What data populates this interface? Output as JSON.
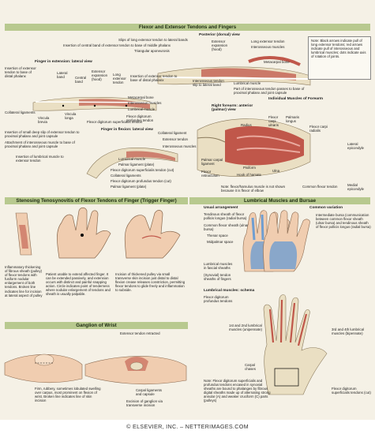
{
  "plate": {
    "title": "Flexor and Extensor Tendons and Fingers",
    "sections": {
      "trigger": "Stenosing Tenosynovitis of Flexor Tendons of Finger (Trigger Finger)",
      "lumbrical": "Lumbrical Muscles and Bursae",
      "ganglion": "Ganglion of Wrist"
    }
  },
  "top": {
    "extension_view": "Finger in extension: lateral view",
    "flexion_view": "Finger in flexion: lateral view",
    "dorsal_view": "Posterior (dorsal) view",
    "forearm_view": "Right forearm: anterior (palmar) view",
    "individual_muscles": "Individual Muscles of Forearm",
    "note": "Note: Black arrows indicate pull of long extensor tendons; red arrows indicate pull of interosseous and lumbrical muscles; dots indicate axis of rotation of joints.",
    "labels": {
      "slips": "Slips of long extensor tendon to lateral bands",
      "insertion_central": "Insertion of central band of extensor tendon to base of middle phalanx",
      "triangular": "Triangular aponeurosis",
      "long_ext_tendon": "Long extensor tendon",
      "ext_expansion_hood": "Extensor expansion (hood)",
      "interosseous_muscles": "Interosseous muscles",
      "metacarpal_bone": "Metacarpal bone",
      "lumbrical_muscle": "Lumbrical muscle",
      "insertion_ext_distal": "Insertion of extensor tendon to base of distal phalanx",
      "interosseous_tendon_slip": "Interosseous tendon slip to lateral band",
      "part_interosseous": "Part of interosseous tendon passes to base of proximal phalanx and joint capsule",
      "insertion_ext_distal_2": "Insertion of extensor tendon to base of distal phalanx",
      "lateral_band": "Lateral band",
      "central_band": "Central band",
      "ext_expansion": "Extensor expansion (hood)",
      "long_extensor": "Long extensor tendon",
      "collateral_ligaments": "Collateral ligaments",
      "vincula_brevia": "Vincula brevia",
      "vincula_longa": "Vincula longa",
      "metacarpal_bone_2": "Metacarpal bone",
      "interosseous_muscles_2": "Interosseous muscles",
      "lumbrical_muscle_2": "Lumbrical muscle",
      "fds": "Flexor digitorum superficialis tendon",
      "fdp": "Flexor digitorum profundus tendon",
      "small_deep_slip": "Insertion of small deep slip of extensor tendon to proximal phalanx and joint capsule",
      "attachment_interosseous": "Attachment of interosseous muscle to base of proximal phalanx and joint capsule",
      "insertion_lumbrical": "Insertion of lumbrical muscle to extensor tendon",
      "collateral_ligament": "Collateral ligament",
      "extensor_tendon": "Extensor tendon",
      "interosseous_muscles_3": "Interosseous muscles",
      "lumbrical_muscle_3": "Lumbrical muscle",
      "palmar_ligament": "Palmar ligament (plate)",
      "fds_cut": "Flexor digitorum superficialis tendon (cut)",
      "collateral_ligaments_2": "Collateral ligaments",
      "fdp_cut": "Flexor digitorum profundus tendon (cut)",
      "palmar_ligament_plate": "Palmar ligament (plate)",
      "radius": "Radius",
      "fcu": "Flexor carpi ulnaris",
      "palmaris_longus": "Palmaris longus",
      "fcr": "Flexor carpi radialis",
      "lateral_epicondyle": "Lateral epicondyle",
      "palmar_carpal": "Palmar carpal ligament",
      "flexor_retinaculum": "Flexor retinaculum",
      "pisiform": "Pisiform",
      "hook_hamate": "Hook of hamate",
      "ulna": "Ulna",
      "common_flexor": "Common flexor tendon",
      "medial_epicondyle": "Medial epicondyle",
      "note_fcr": "Note: flexor/hamulus muscle is not shown because it is flexor of elbow"
    }
  },
  "trigger": {
    "inflammatory": "Inflammatory thickening of fibrous sheath (pulley) of flexor tendons with fusiform nodular enlargement of both tendons. Broken line indicates line for incision at lateral aspect of pulley",
    "patient": "Patient unable to extend affected finger. It can be extended passively, and extension occurs with distinct and painful snapping action. Circle indicates point of tenderness where nodular enlargement of tendons and sheath is usually palpable.",
    "incision": "Incision of thickened pulley via small transverse skin incision just distal to distal flexion crease releases constriction, permitting flexor tendons to glide freely and inflammation to subside."
  },
  "lumbrical": {
    "usual": "Usual arrangement",
    "common_variation": "Common variation",
    "schema": "Lumbrical muscles: schema",
    "labels": {
      "tendinous_sheath": "Tendinous sheath of flexor pollicis longus (radial bursa)",
      "common_flexor_sheath": "Common flexor sheath (ulnar bursa)",
      "thenar_space": "Thenar space",
      "midpalmar_space": "Midpalmar space",
      "lumbrical_in_fascial": "Lumbrical muscles in fascial sheaths",
      "synovial_tendon": "(Synovial) tendon sheaths of fingers",
      "intermediate_bursa": "Intermediate bursa (communication between common flexor sheath (ulnar bursa) and tendinous sheath of flexor pollicis longus (radial bursa)",
      "fdp_tendons": "Flexor digitorum profundus tendons",
      "first_second": "1st and 2nd lumbrical muscles (unipennate)",
      "third_fourth": "3rd and 4th lumbrical muscles (bipennate)",
      "carpal_chases": "Carpal chases",
      "fds_cut": "Flexor digitorum superficialis tendons (cut)",
      "note": "Note: Flexor digitorum superficialis and profundus tendons encased in synovial sheaths are bound to phalanges by fibrous digital sheaths made up of alternating strong annular (A) and weaker cruciform (C) parts (pulleys)"
    }
  },
  "ganglion": {
    "ext_tendon_retracted": "Extensor tendon retracted",
    "firm": "Firm, rubbery, sometimes lobulated swelling over carpus, most prominent on flexion of wrist. Broken line indicates line of skin incision",
    "carpal_ligaments": "Carpal ligaments and capsule",
    "excision": "Excision of ganglion via transverse incision"
  },
  "footer": "© ELSEVIER, INC. – NETTERIMAGES.COM",
  "colors": {
    "header_band": "#b8c98f",
    "background": "#f5f1e6",
    "muscle_red": "#c0574a",
    "bone": "#eadfc3",
    "sheath_blue": "#6f9ed1",
    "skin": "#f0cdb0"
  }
}
